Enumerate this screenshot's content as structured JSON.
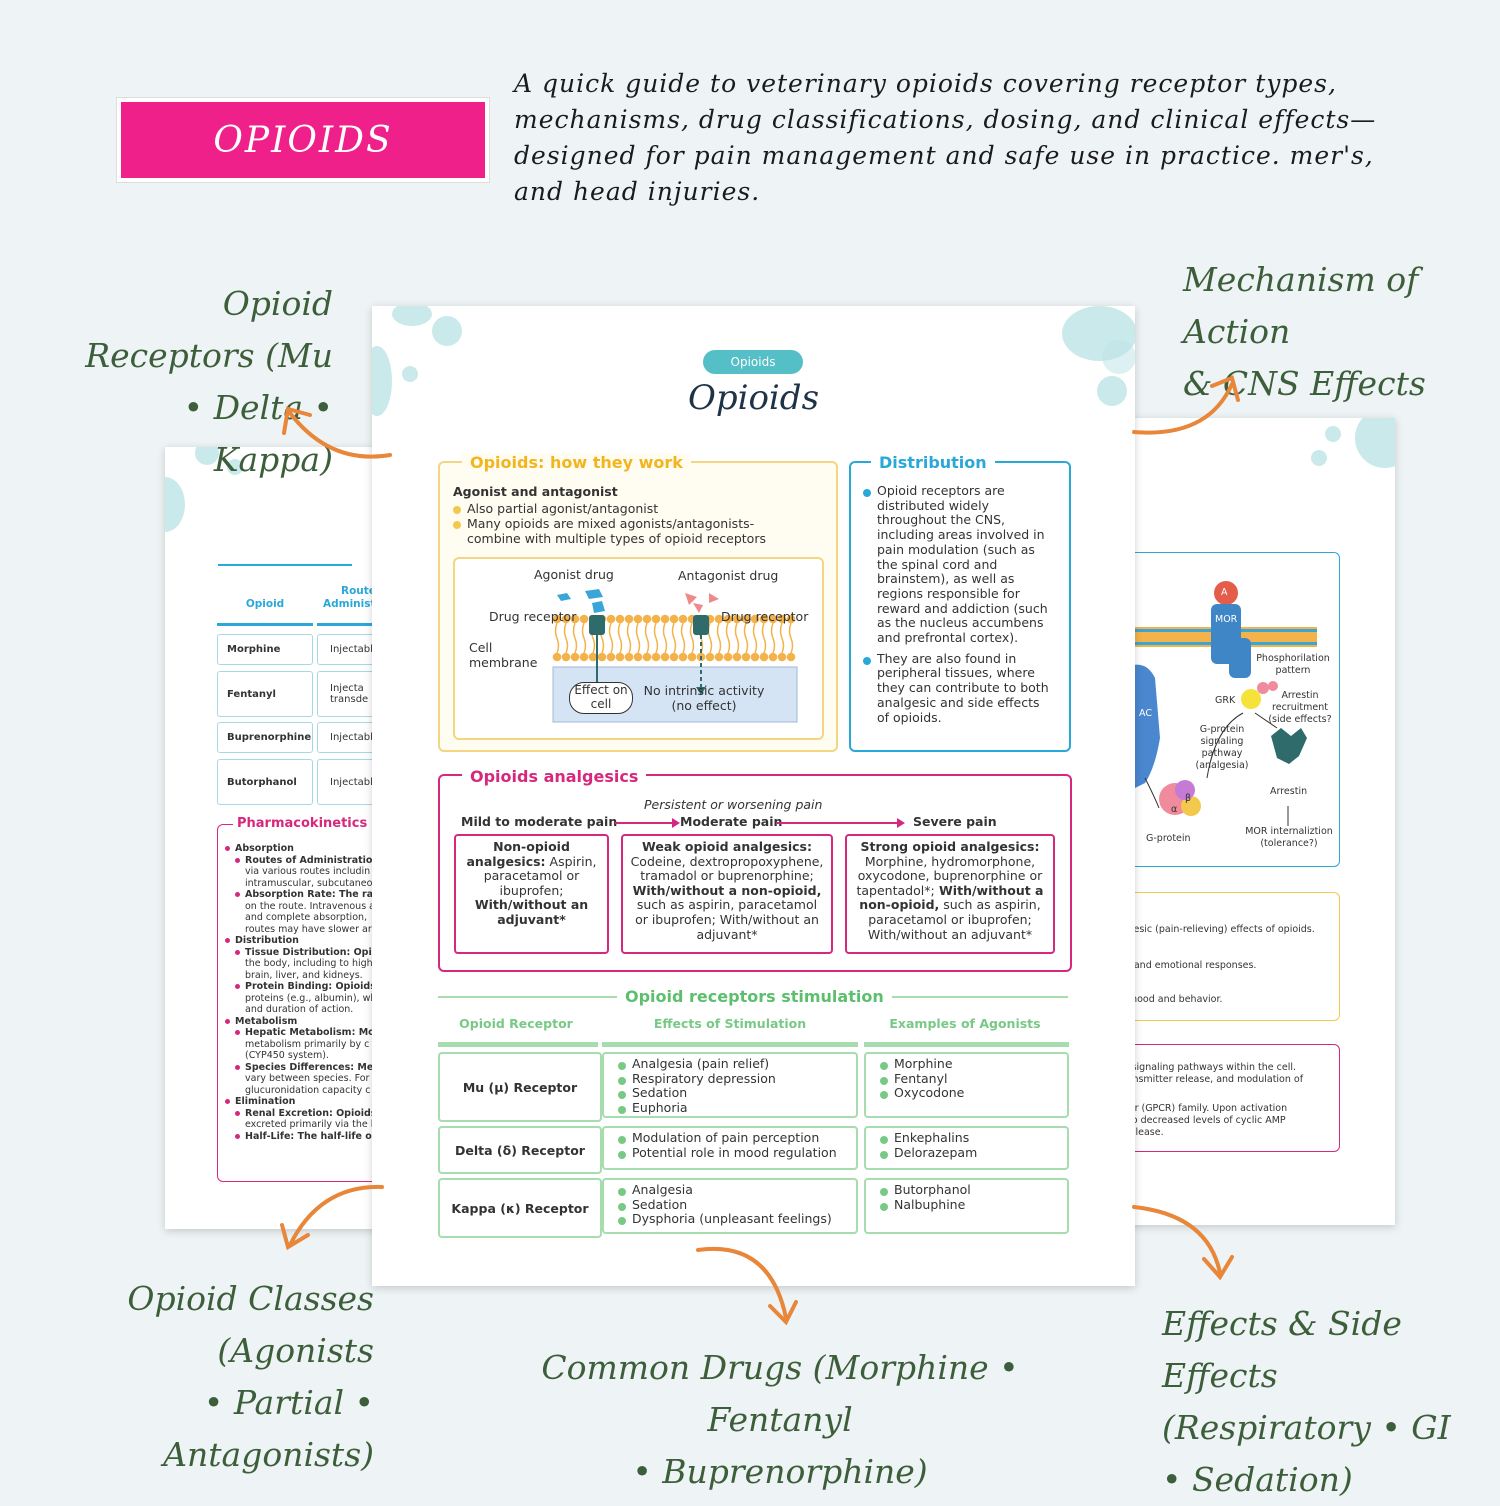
{
  "header": {
    "tag": "OPIOIDS",
    "intro": "A quick guide to veterinary opioids covering receptor types, mechanisms, drug classifications, dosing, and clinical effects—designed for pain management and safe use in practice. mer's, and head injuries."
  },
  "labels": {
    "receptors": [
      "Opioid Receptors (Mu",
      "• Delta • Kappa)"
    ],
    "mechanism": [
      "Mechanism of Action",
      "& CNS Effects"
    ],
    "classes": [
      "Opioid Classes (Agonists",
      "• Partial • Antagonists)"
    ],
    "drugs": [
      "Common Drugs (Morphine • Fentanyl",
      "• Buprenorphine)"
    ],
    "effects": [
      "Effects & Side Effects",
      "(Respiratory • GI",
      "• Sedation)"
    ]
  },
  "colors": {
    "pink": "#f0208a",
    "teal": "#55bfc7",
    "yellow": "#f2c94c",
    "blue": "#2aa8da",
    "magenta": "#d6287e",
    "green": "#79c986",
    "label_green": "#3d5e3a",
    "arrow_orange": "#e8863a"
  },
  "main": {
    "pill": "Opioids",
    "title": "Opioids",
    "how": {
      "heading": "Opioids: how they work",
      "subheading": "Agonist and antagonist",
      "bullets": [
        "Also partial agonist/antagonist",
        "Many opioids are mixed agonists/antagonists-combine with multiple types of opioid receptors"
      ],
      "diagram": {
        "agonist": "Agonist drug",
        "antagonist": "Antagonist drug",
        "receptor_left": "Drug receptor",
        "receptor_right": "Drug receptor",
        "membrane": "Cell membrane",
        "effect": "Effect on cell",
        "no_effect": "No intrinsic activity (no effect)"
      }
    },
    "distribution": {
      "heading": "Distribution",
      "bullets": [
        "Opioid receptors are distributed widely throughout the CNS, including areas involved in pain modulation (such as the spinal cord and brainstem), as well as regions responsible for reward and addiction (such as the nucleus accumbens and prefrontal cortex).",
        "They are also found in peripheral tissues, where they can contribute to both analgesic and side effects of opioids."
      ]
    },
    "analgesics": {
      "heading": "Opioids analgesics",
      "note": "Persistent or worsening pain",
      "steps": [
        "Mild to moderate pain",
        "Moderate pain",
        "Severe pain"
      ],
      "boxes": [
        {
          "bold": "Non-opioid analgesics:",
          "text": " Aspirin, paracetamol or ibuprofen;",
          "bold2": "With/without an adjuvant*",
          "text2": ""
        },
        {
          "bold": "Weak opioid analgesics:",
          "text": " Codeine, dextropropoxyphene, tramadol or buprenorphine;",
          "bold2": " With/without a non-opioid,",
          "text2": " such as aspirin, paracetamol or ibuprofen; With/without an adjuvant*"
        },
        {
          "bold": "Strong opioid analgesics:",
          "text": " Morphine, hydromorphone, oxycodone, buprenorphine or tapentadol*;",
          "bold2": " With/without a non-opioid,",
          "text2": " such as aspirin, paracetamol or ibuprofen; With/without an adjuvant*"
        }
      ]
    },
    "receptors_table": {
      "heading": "Opioid receptors stimulation",
      "columns": [
        "Opioid Receptor",
        "Effects of Stimulation",
        "Examples of Agonists"
      ],
      "rows": [
        {
          "receptor": "Mu (μ) Receptor",
          "effects": [
            "Analgesia (pain relief)",
            "Respiratory depression",
            "Sedation",
            "Euphoria"
          ],
          "agonists": [
            "Morphine",
            "Fentanyl",
            "Oxycodone"
          ]
        },
        {
          "receptor": "Delta (δ) Receptor",
          "effects": [
            "Modulation of pain perception",
            "Potential role in mood regulation"
          ],
          "agonists": [
            "Enkephalins",
            "Delorazepam"
          ]
        },
        {
          "receptor": "Kappa (κ) Receptor",
          "effects": [
            "Analgesia",
            "Sedation",
            "Dysphoria (unpleasant feelings)"
          ],
          "agonists": [
            "Butorphanol",
            "Nalbuphine"
          ]
        }
      ]
    }
  },
  "left_page": {
    "columns": [
      "Opioid",
      "Route",
      "Administ"
    ],
    "rows": [
      {
        "name": "Morphine",
        "route": [
          "Injectabl"
        ]
      },
      {
        "name": "Fentanyl",
        "route": [
          "Injecta",
          "transde"
        ]
      },
      {
        "name": "Buprenorphine",
        "route": [
          "Injectabl"
        ]
      },
      {
        "name": "Butorphanol",
        "route": [
          "Injectabl"
        ]
      }
    ],
    "pk_heading": "Pharmacokinetics o",
    "pk_lines": [
      {
        "t": "Absorption",
        "lvl": 1,
        "b": true
      },
      {
        "t": "Routes of Administration:",
        "lvl": 2,
        "b": true
      },
      {
        "t": "via various routes includin",
        "lvl": 3
      },
      {
        "t": "intramuscular, subcutaneo",
        "lvl": 3
      },
      {
        "t": "Absorption Rate: The rate",
        "lvl": 2,
        "b": true
      },
      {
        "t": "on the route. Intravenous a",
        "lvl": 3
      },
      {
        "t": "and complete absorption,",
        "lvl": 3
      },
      {
        "t": "routes may have slower ar",
        "lvl": 3
      },
      {
        "t": "Distribution",
        "lvl": 1,
        "b": true
      },
      {
        "t": "Tissue Distribution: Opioic",
        "lvl": 2,
        "b": true
      },
      {
        "t": "the body, including to high",
        "lvl": 3
      },
      {
        "t": "brain, liver, and kidneys.",
        "lvl": 3
      },
      {
        "t": "Protein Binding: Opioids b",
        "lvl": 2,
        "b": true
      },
      {
        "t": "proteins (e.g., albumin), wh",
        "lvl": 3
      },
      {
        "t": "and duration of action.",
        "lvl": 3
      },
      {
        "t": "Metabolism",
        "lvl": 1,
        "b": true
      },
      {
        "t": "Hepatic Metabolism: Most",
        "lvl": 2,
        "b": true
      },
      {
        "t": "metabolism primarily by c",
        "lvl": 3
      },
      {
        "t": "(CYP450 system).",
        "lvl": 3
      },
      {
        "t": "Species Differences: Meta",
        "lvl": 2,
        "b": true
      },
      {
        "t": "vary between species. For",
        "lvl": 3
      },
      {
        "t": "glucuronidation capacity c",
        "lvl": 3
      },
      {
        "t": "Elimination",
        "lvl": 1,
        "b": true
      },
      {
        "t": "Renal Excretion: Opioids a",
        "lvl": 2,
        "b": true
      },
      {
        "t": "excreted primarily via the k",
        "lvl": 3
      },
      {
        "t": "Half-Life: The half-life of op",
        "lvl": 2,
        "b": true
      }
    ]
  },
  "right_page": {
    "diagram_labels": {
      "a": "A",
      "mor": "MOR",
      "phos": "Phosphorilation pattern",
      "grk": "GRK",
      "arrestin_rec": "Arrestin recruitment (side effects?",
      "ac": "AC",
      "gprotein_path": "G-protein signaling pathway (analgesia)",
      "arrestin": "Arrestin",
      "beta": "β",
      "alpha": "α",
      "gprotein": "G-protein",
      "internal": "MOR internaliztion (tolerance?)"
    },
    "yellow_lines": [
      "algesic (pain-relieving) effects of opioids.",
      "on and emotional responses.",
      "e mood and behavior."
    ],
    "pink_lines": [
      "te signaling pathways within the cell.",
      "transmitter release, and modulation of",
      "ptor (GPCR) family. Upon activation",
      "g to decreased levels of cyclic AMP",
      "r release."
    ]
  }
}
